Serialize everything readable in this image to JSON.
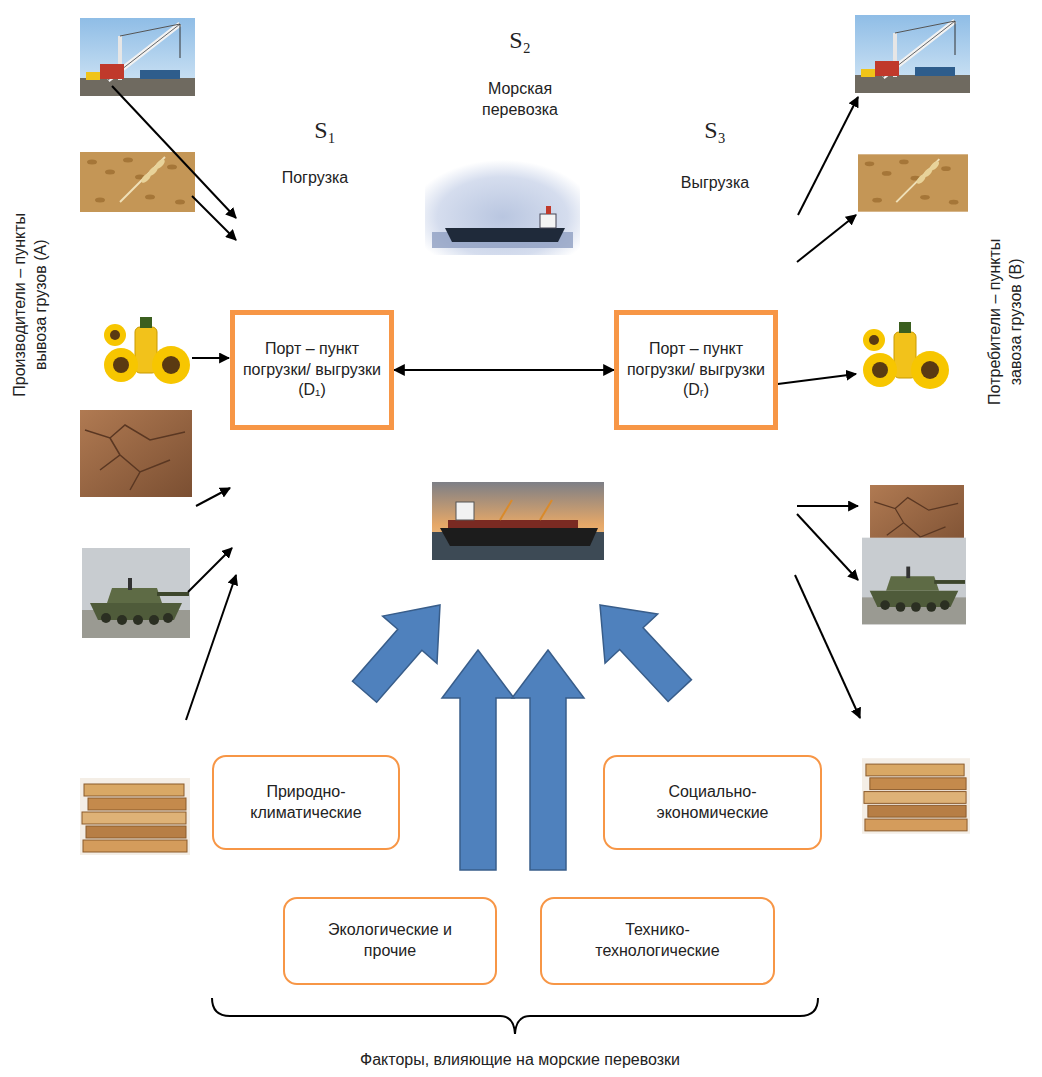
{
  "diagram": {
    "nodes": [
      {
        "text": [
          "Порт – пункт погрузки/ выгрузки (D₁)"
        ]
      },
      {
        "text": [
          "Порт – пункт погрузки/ выгрузки (Dᵣ)"
        ]
      },
      {
        "text": [
          "Природно-климатические"
        ]
      },
      {
        "text": [
          "Социально-экономические"
        ]
      },
      {
        "text": [
          "Экологические и прочие"
        ]
      },
      {
        "text": [
          "Технико-технологические"
        ]
      }
    ],
    "edges": [
      {
        "from": 0,
        "to": 1,
        "arrow": "both"
      }
    ],
    "labels": [
      "S₂",
      "Морская перевозка",
      "S₁",
      "Погрузка",
      "S₃",
      "Выгрузка",
      "Производители – пункты вывоза грузов (A)",
      "Потребители – пункты завоза грузов (B)",
      "Факторы, влияющие на морские перевозки"
    ]
  }
}
